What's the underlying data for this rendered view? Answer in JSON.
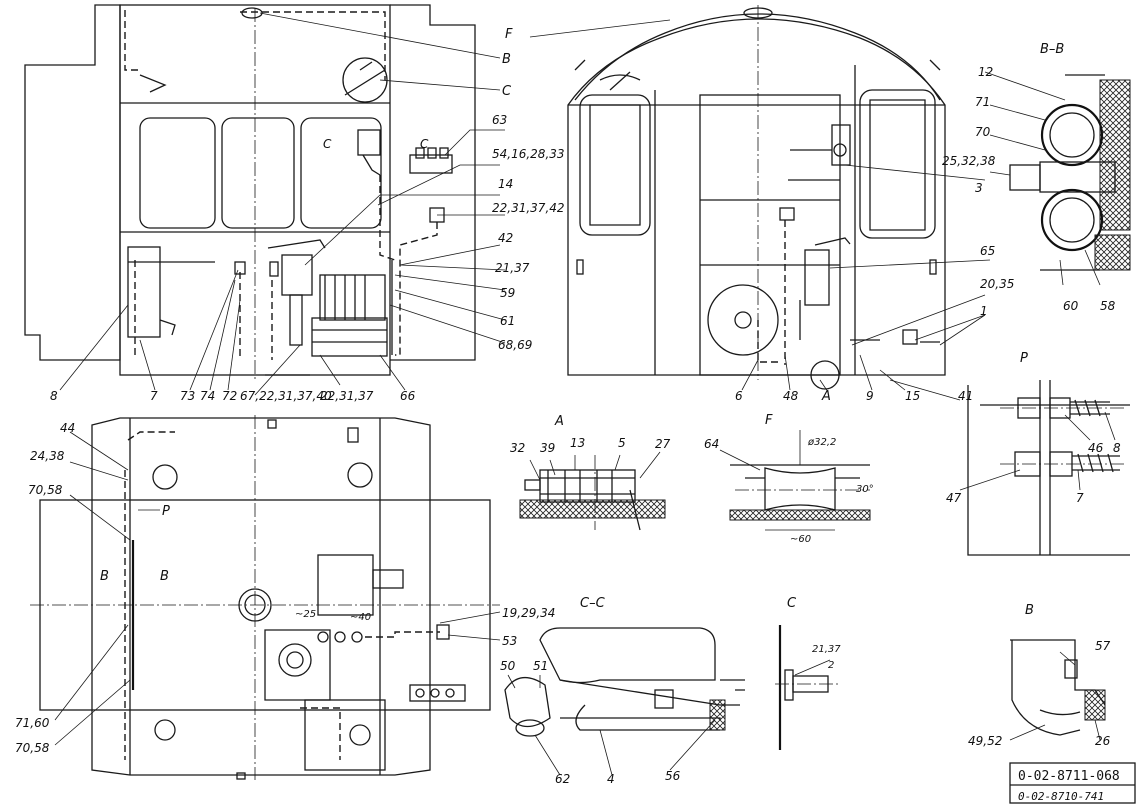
{
  "drawing": {
    "labels_top_left": [
      "B",
      "C",
      "63",
      "54,16,28,33",
      "14",
      "22,31,37,42",
      "42",
      "21,37",
      "59",
      "61",
      "68,69",
      "66",
      "22,31,37",
      "67,22,31,37,40",
      "72",
      "74",
      "73",
      "7",
      "8"
    ],
    "section_marks_top_left": [
      "C",
      "C"
    ],
    "labels_top_center": [
      "F",
      "3",
      "65",
      "20,35",
      "1",
      "41",
      "15",
      "9",
      "A",
      "48",
      "6"
    ],
    "labels_bb": [
      "B–B",
      "12",
      "71",
      "70",
      "25,32,38",
      "60",
      "58"
    ],
    "labels_p": [
      "P",
      "46",
      "8",
      "47",
      "7"
    ],
    "labels_bottom_left": [
      "44",
      "24,38",
      "70,58",
      "P",
      "B",
      "B",
      "19,29,34",
      "53",
      "71,60",
      "70,58",
      "~25",
      "~40"
    ],
    "labels_a": [
      "A",
      "32",
      "39",
      "13",
      "5",
      "27"
    ],
    "labels_f": [
      "F",
      "64",
      "ø32,2",
      "30°",
      "~60"
    ],
    "labels_cc": [
      "C–C",
      "50",
      "51",
      "62",
      "4",
      "56"
    ],
    "labels_c": [
      "C",
      "21,37",
      "2"
    ],
    "labels_b": [
      "B",
      "57",
      "49,52",
      "26"
    ],
    "stamp": {
      "primary": "0-02-8711-068",
      "secondary": "0-02-8710-741"
    }
  }
}
